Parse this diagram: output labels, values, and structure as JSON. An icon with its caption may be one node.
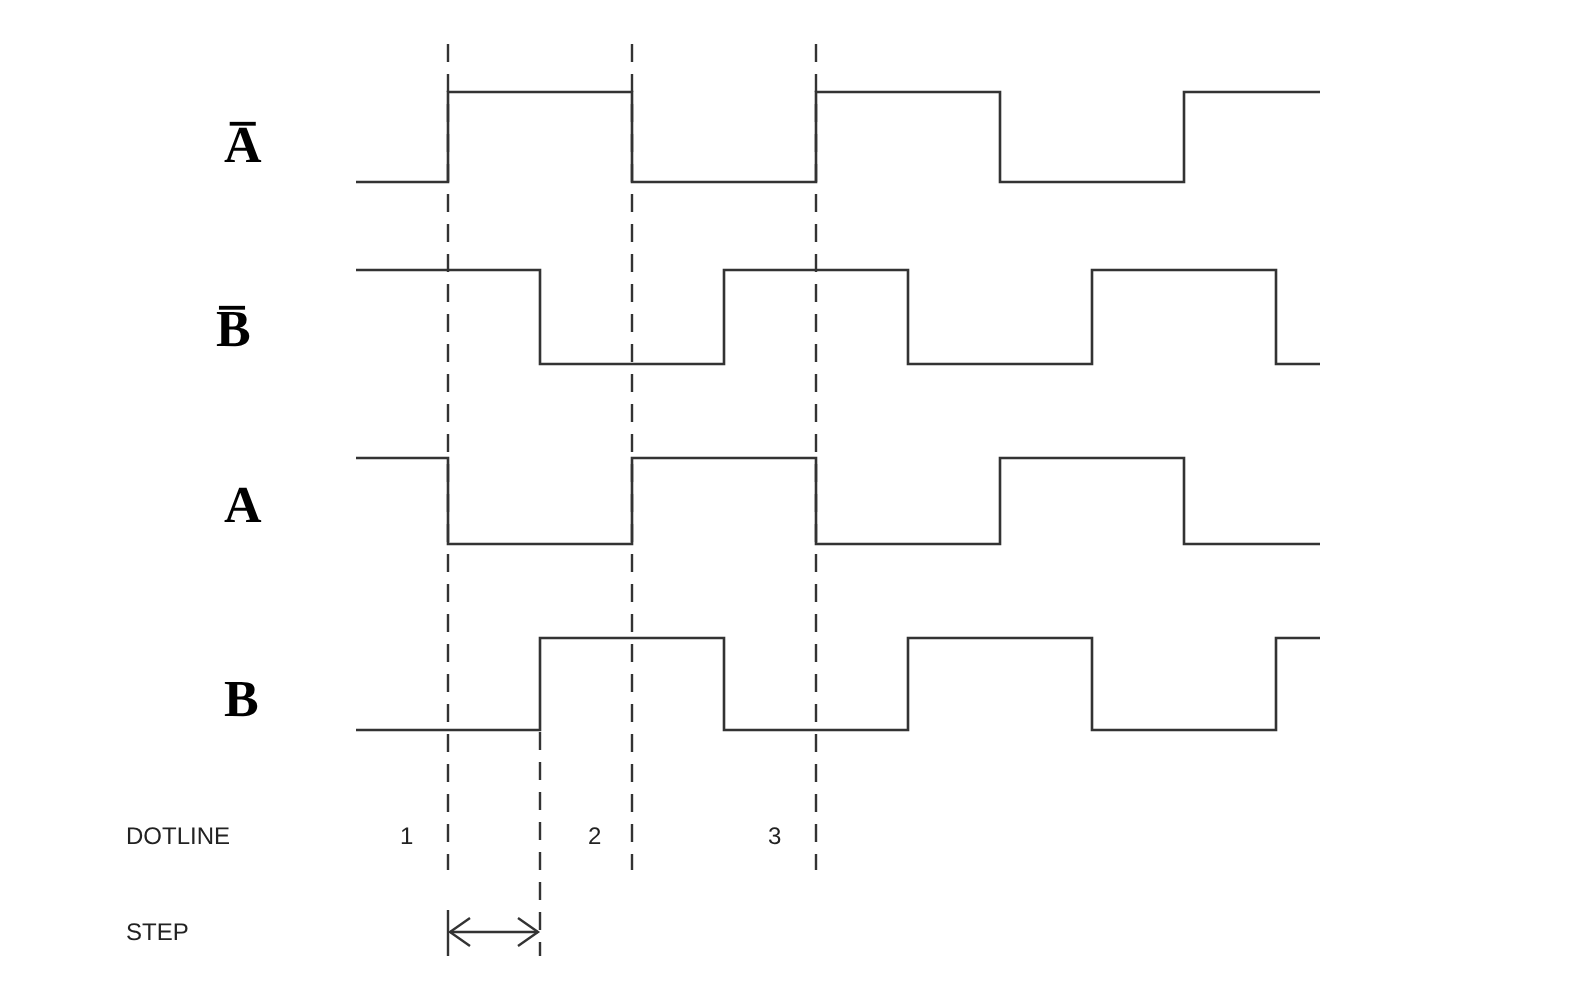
{
  "diagram": {
    "labels": [
      "A̅",
      "B̅",
      "A",
      "B",
      "DOTLINE",
      "1",
      "2",
      "3",
      "STEP"
    ]
  }
}
